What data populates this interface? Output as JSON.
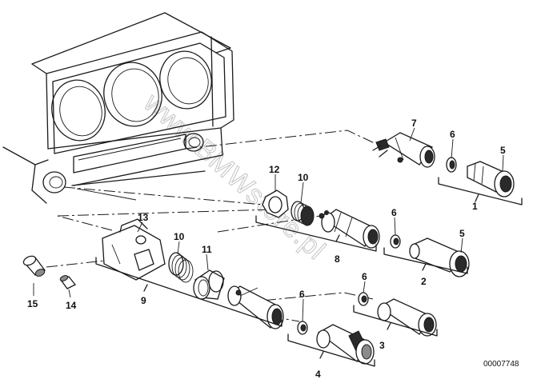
{
  "drawing_code": "00007748",
  "watermark": "www.BMWstore.pl",
  "callouts": {
    "p1": "1",
    "p2": "2",
    "p3": "3",
    "p4": "4",
    "p5a": "5",
    "p5b": "5",
    "p6a": "6",
    "p6b": "6",
    "p6c": "6",
    "p6d": "6",
    "p7": "7",
    "p8": "8",
    "p9": "9",
    "p10a": "10",
    "p10b": "10",
    "p11": "11",
    "p12": "12",
    "p13": "13",
    "p14": "14",
    "p15": "15"
  }
}
